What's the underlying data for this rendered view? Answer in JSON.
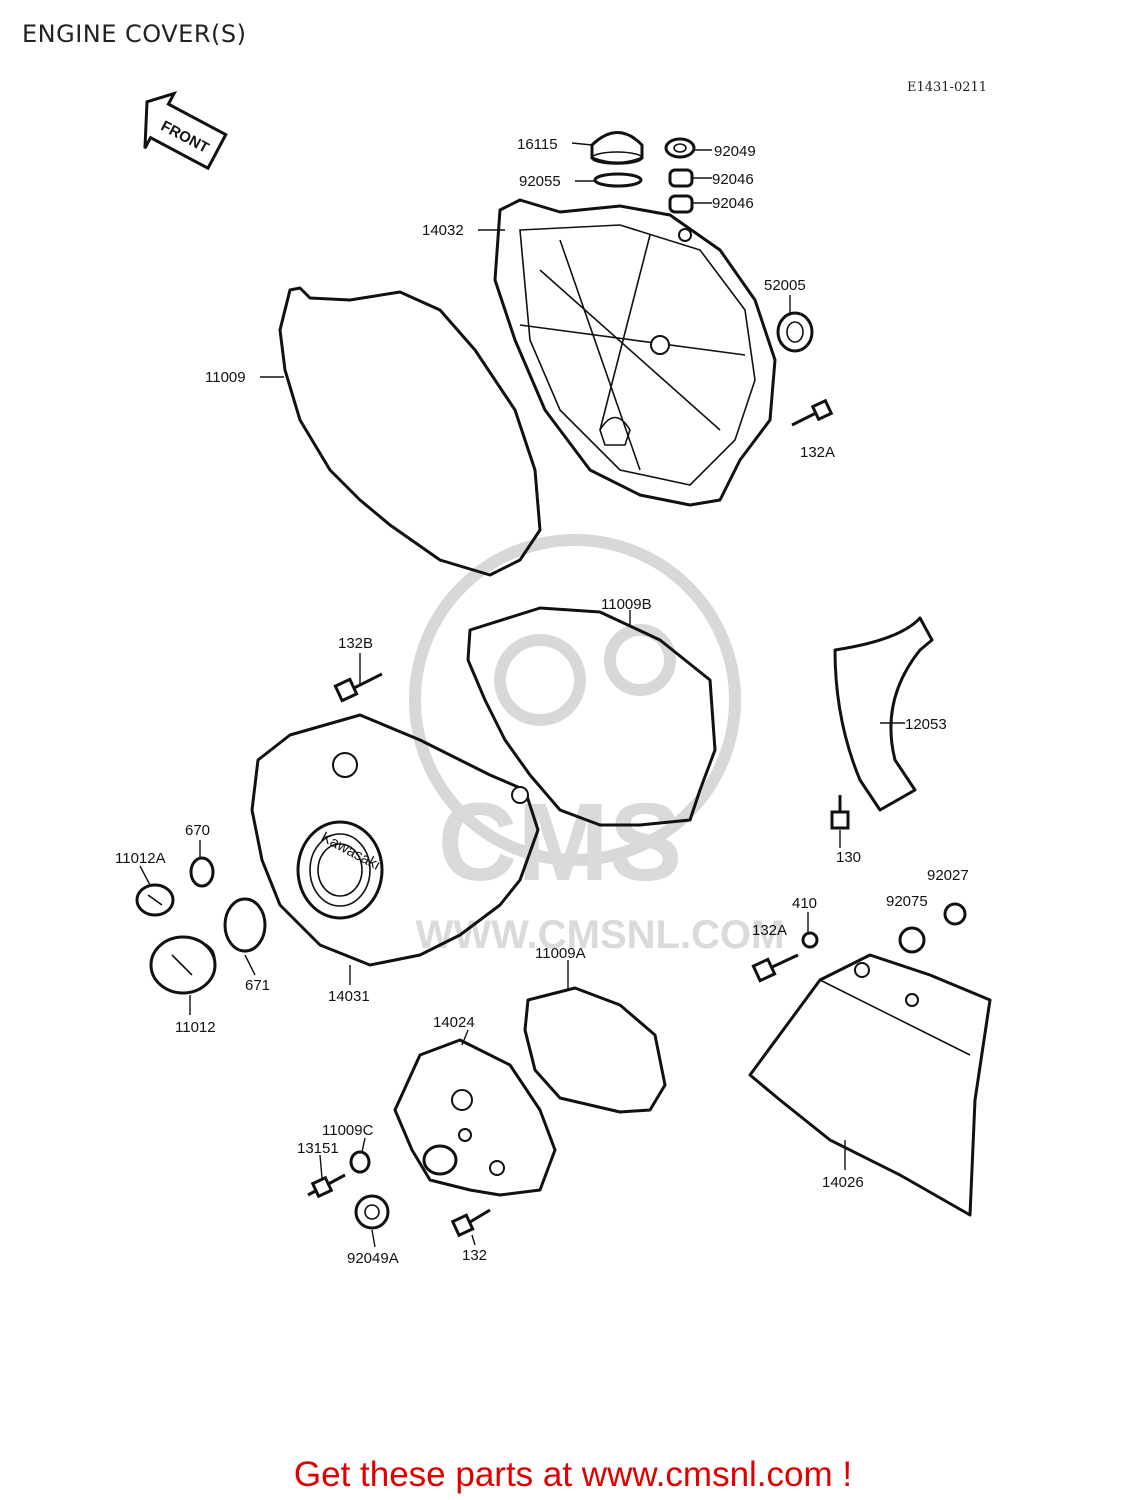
{
  "header": {
    "title": "ENGINE COVER(S)",
    "diagram_code": "E1431-0211"
  },
  "front_arrow": {
    "label": "FRONT"
  },
  "watermark": {
    "brand": "CMS",
    "url": "WWW.CMSNL.COM"
  },
  "parts": [
    {
      "number": "16115"
    },
    {
      "number": "92049"
    },
    {
      "number": "92055"
    },
    {
      "number": "92046"
    },
    {
      "number": "92046"
    },
    {
      "number": "14032"
    },
    {
      "number": "52005"
    },
    {
      "number": "11009"
    },
    {
      "number": "132A"
    },
    {
      "number": "11009B"
    },
    {
      "number": "132B"
    },
    {
      "number": "12053"
    },
    {
      "number": "670"
    },
    {
      "number": "11012A"
    },
    {
      "number": "130"
    },
    {
      "number": "92027"
    },
    {
      "number": "410"
    },
    {
      "number": "92075"
    },
    {
      "number": "132A"
    },
    {
      "number": "671"
    },
    {
      "number": "14031"
    },
    {
      "number": "11009A"
    },
    {
      "number": "11012"
    },
    {
      "number": "14024"
    },
    {
      "number": "11009C"
    },
    {
      "number": "13151"
    },
    {
      "number": "14026"
    },
    {
      "number": "92049A"
    },
    {
      "number": "132"
    }
  ],
  "cover_text": "Kawasaki",
  "footer": {
    "cta": "Get these parts at www.cmsnl.com !"
  }
}
